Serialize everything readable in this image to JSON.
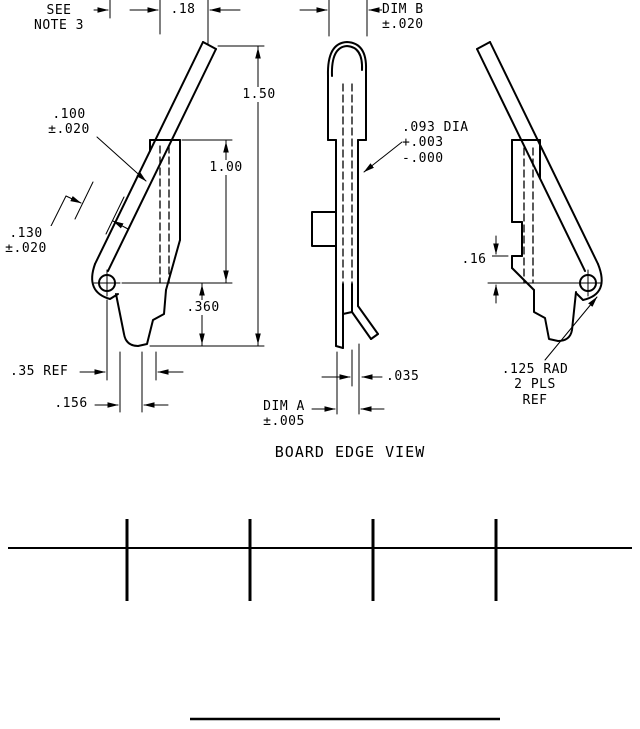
{
  "labels": {
    "see_note": "SEE\nNOTE 3",
    "dim_point18": ".18",
    "dim_b": "DIM B\n±.020",
    "dim_1_50": "1.50",
    "dim_point100": ".100\n±.020",
    "dia_093": ".093 DIA\n+.003\n-.000",
    "dim_1_00": "1.00",
    "dim_point130": ".130\n±.020",
    "dim_point16": ".16",
    "dim_point360": ".360",
    "ref_point35": ".35 REF",
    "dim_point035": ".035",
    "rad_125": ".125 RAD\n2 PLS\nREF",
    "dim_point156": ".156",
    "dim_a": "DIM A\n±.005",
    "view_title": "BOARD EDGE VIEW"
  },
  "colors": {
    "line": "#000000",
    "background": "#ffffff"
  }
}
